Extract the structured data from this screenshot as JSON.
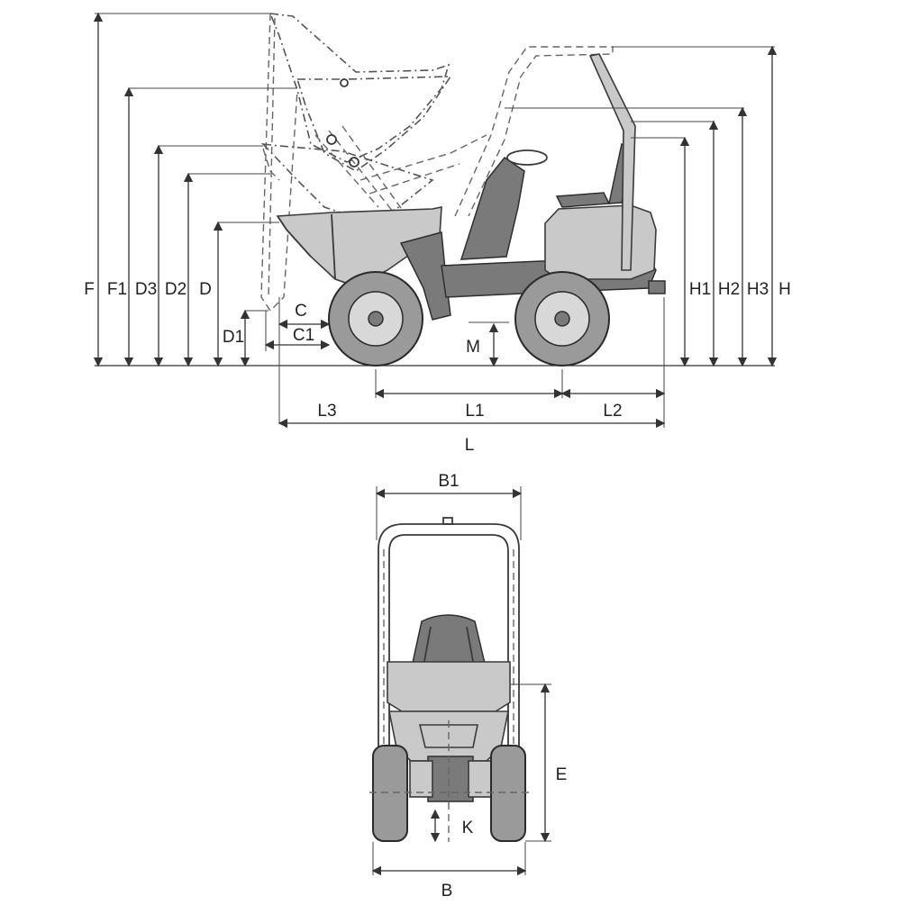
{
  "labels": {
    "F": "F",
    "F1": "F1",
    "D3": "D3",
    "D2": "D2",
    "D": "D",
    "D1": "D1",
    "C": "C",
    "C1": "C1",
    "M": "M",
    "H1": "H1",
    "H2": "H2",
    "H3": "H3",
    "H": "H",
    "L3": "L3",
    "L1": "L1",
    "L2": "L2",
    "L": "L",
    "B1": "B1",
    "E": "E",
    "K": "K",
    "B": "B"
  }
}
